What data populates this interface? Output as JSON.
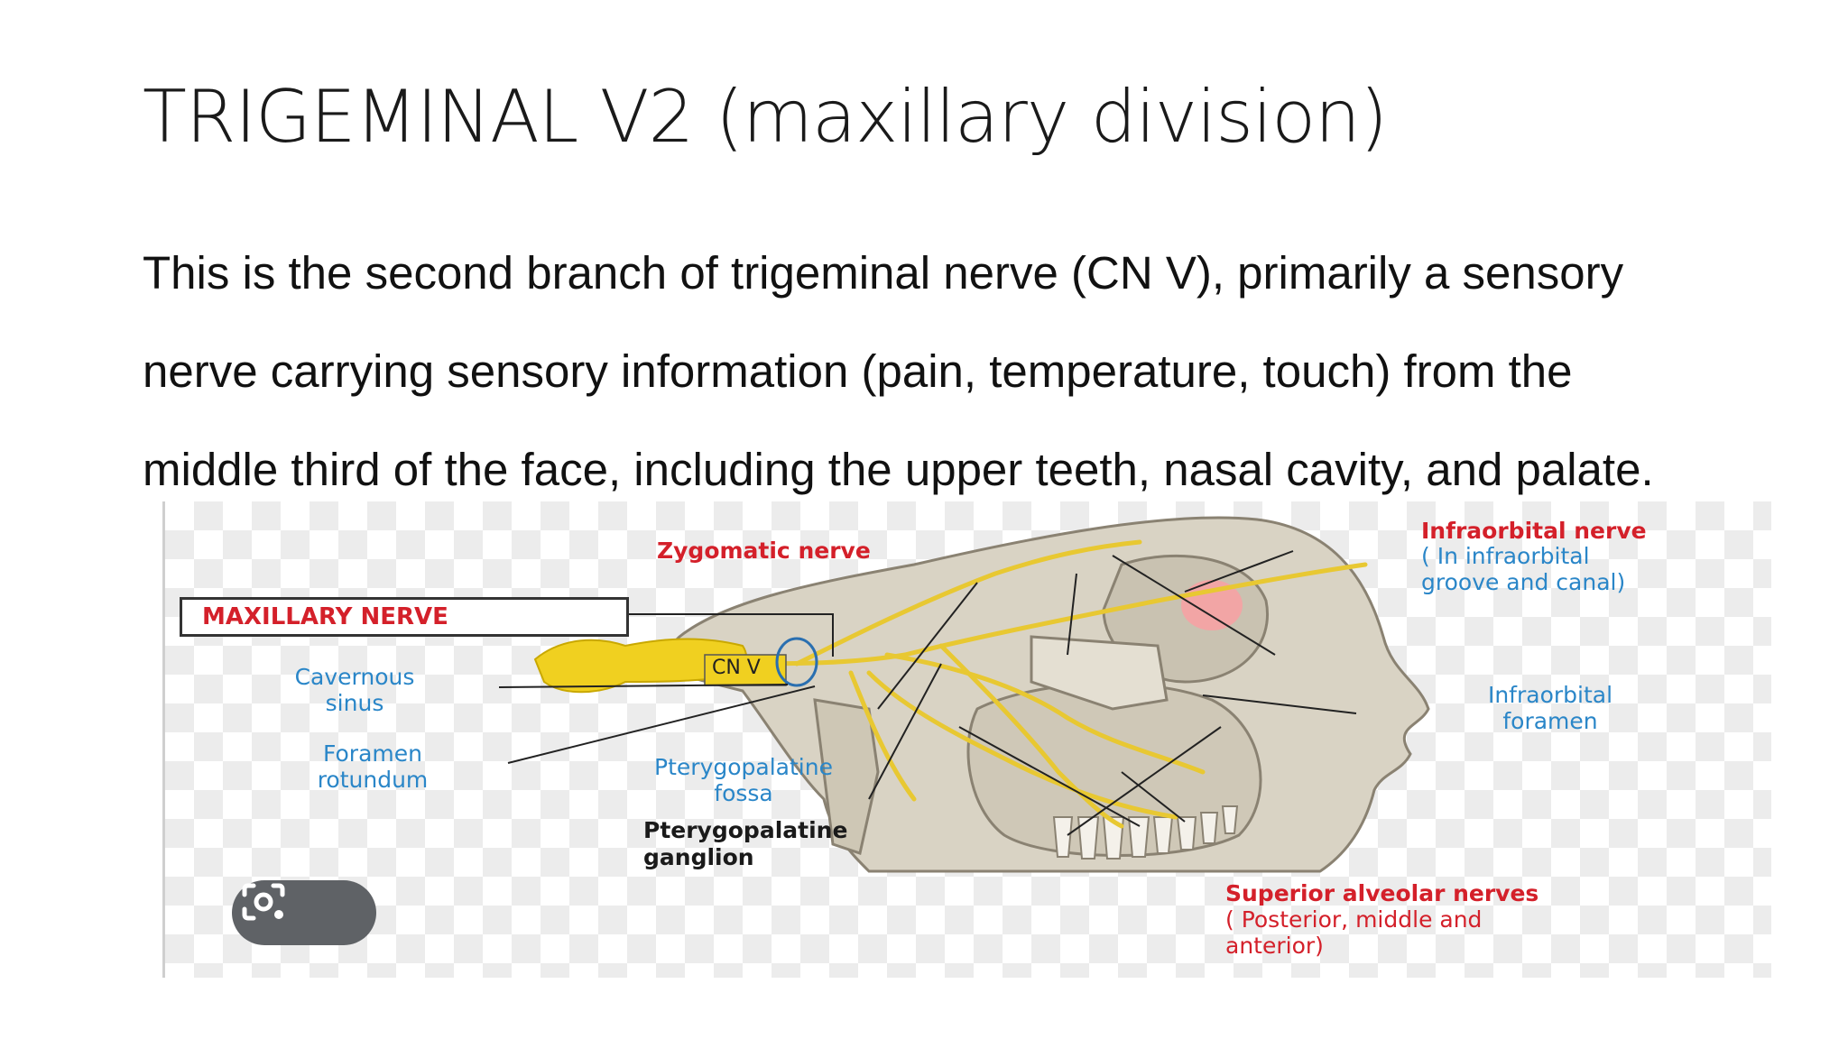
{
  "slide": {
    "title": "TRIGEMINAL V2 (maxillary division)",
    "body_lines": [
      "This is the second branch of trigeminal nerve (CN V), primarily a sensory",
      "nerve carrying sensory information (pain, temperature, touch) from the",
      "middle third of the face, including the upper teeth, nasal cavity, and palate."
    ]
  },
  "figure": {
    "maxillary_nerve": "MAXILLARY NERVE",
    "zygomatic_nerve": "Zygomatic nerve",
    "infraorbital_nerve": "Infraorbital nerve",
    "infraorbital_nerve_note_1": "( In infraorbital",
    "infraorbital_nerve_note_2": "groove and canal)",
    "cn_v": "CN V",
    "cavernous_sinus_1": "Cavernous",
    "cavernous_sinus_2": "sinus",
    "foramen_rotundum_1": "Foramen",
    "foramen_rotundum_2": "rotundum",
    "ptp_fossa_1": "Pterygopalatine",
    "ptp_fossa_2": "fossa",
    "ptp_ganglion_1": "Pterygopalatine",
    "ptp_ganglion_2": "ganglion",
    "infraorbital_foramen_1": "Infraorbital",
    "infraorbital_foramen_2": "foramen",
    "superior_alveolar_1": "Superior alveolar nerves",
    "superior_alveolar_2": "( Posterior, middle and",
    "superior_alveolar_3": "anterior)",
    "lens_icon": "camera-search-icon",
    "colors": {
      "red_label": "#d4202a",
      "blue_label": "#2a86c8",
      "nerve": "#e8c832",
      "bone": "#d9d3c4"
    }
  }
}
